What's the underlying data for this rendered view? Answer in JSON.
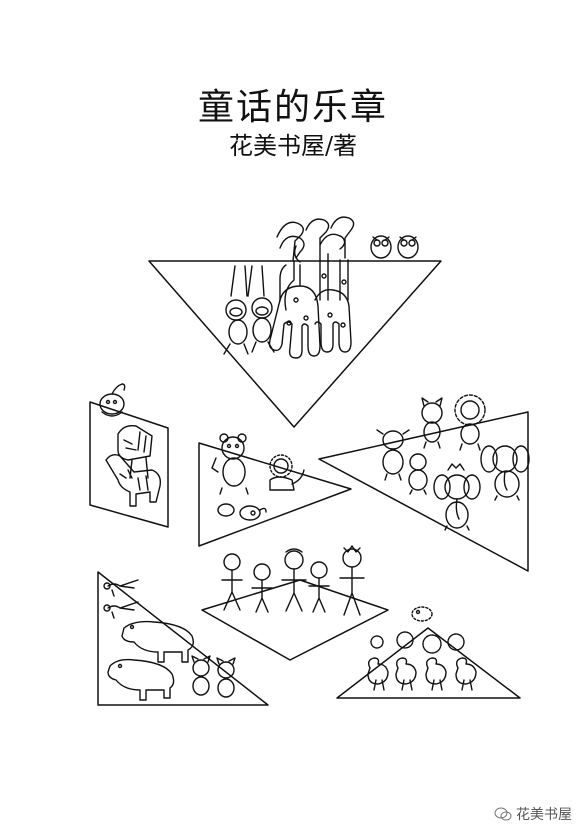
{
  "title": "童话的乐章",
  "author_line": "花美书屋/著",
  "watermark": "花美书屋",
  "icons": [
    "owl-icon",
    "giraffe-icon",
    "monkey-icon",
    "zebra-icon",
    "bear-icon",
    "lion-icon",
    "pig-icon",
    "cow-icon",
    "cat-icon",
    "elephant-icon",
    "stick-figure-icon",
    "bird-icon",
    "hedgehog-icon",
    "chicken-icon",
    "flower-icon",
    "wechat-icon"
  ]
}
